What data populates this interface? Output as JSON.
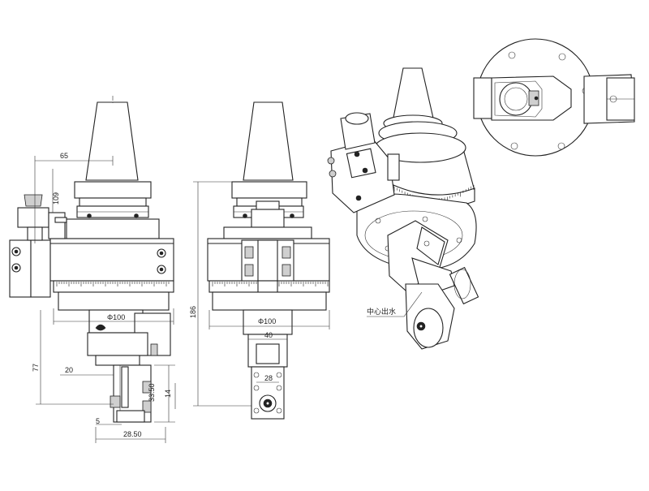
{
  "dimensions": {
    "d65": "65",
    "d109": "109",
    "d100_left": "Φ100",
    "d77": "77",
    "d20": "20",
    "d33_50": "33.50",
    "d14": "14",
    "d5": "5",
    "d28_50": "28.50",
    "d186": "186",
    "d100_mid": "Φ100",
    "d40": "40",
    "d28": "28"
  },
  "callout": {
    "label": "中心出水"
  },
  "colors": {
    "line": "#222222",
    "background": "#ffffff"
  }
}
